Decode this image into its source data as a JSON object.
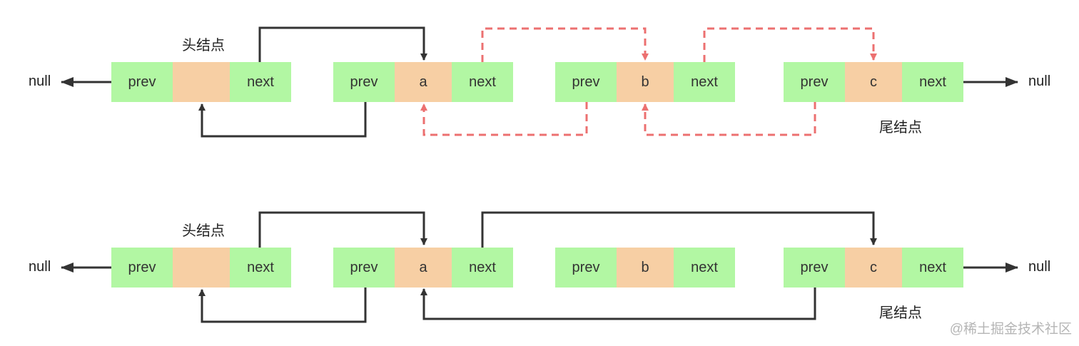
{
  "colors": {
    "pointer_cell": "#b2f7a3",
    "data_cell": "#f7cfa4",
    "solid_link": "#333333",
    "removed_link": "#ec7070"
  },
  "labels": {
    "prev": "prev",
    "next": "next",
    "null": "null",
    "head": "头结点",
    "tail": "尾结点"
  },
  "diagrams": [
    {
      "nodes": [
        {
          "data": ""
        },
        {
          "data": "a"
        },
        {
          "data": "b"
        },
        {
          "data": "c"
        }
      ]
    },
    {
      "nodes": [
        {
          "data": ""
        },
        {
          "data": "a"
        },
        {
          "data": "b"
        },
        {
          "data": "c"
        }
      ]
    }
  ],
  "watermark": "@稀土掘金技术社区"
}
